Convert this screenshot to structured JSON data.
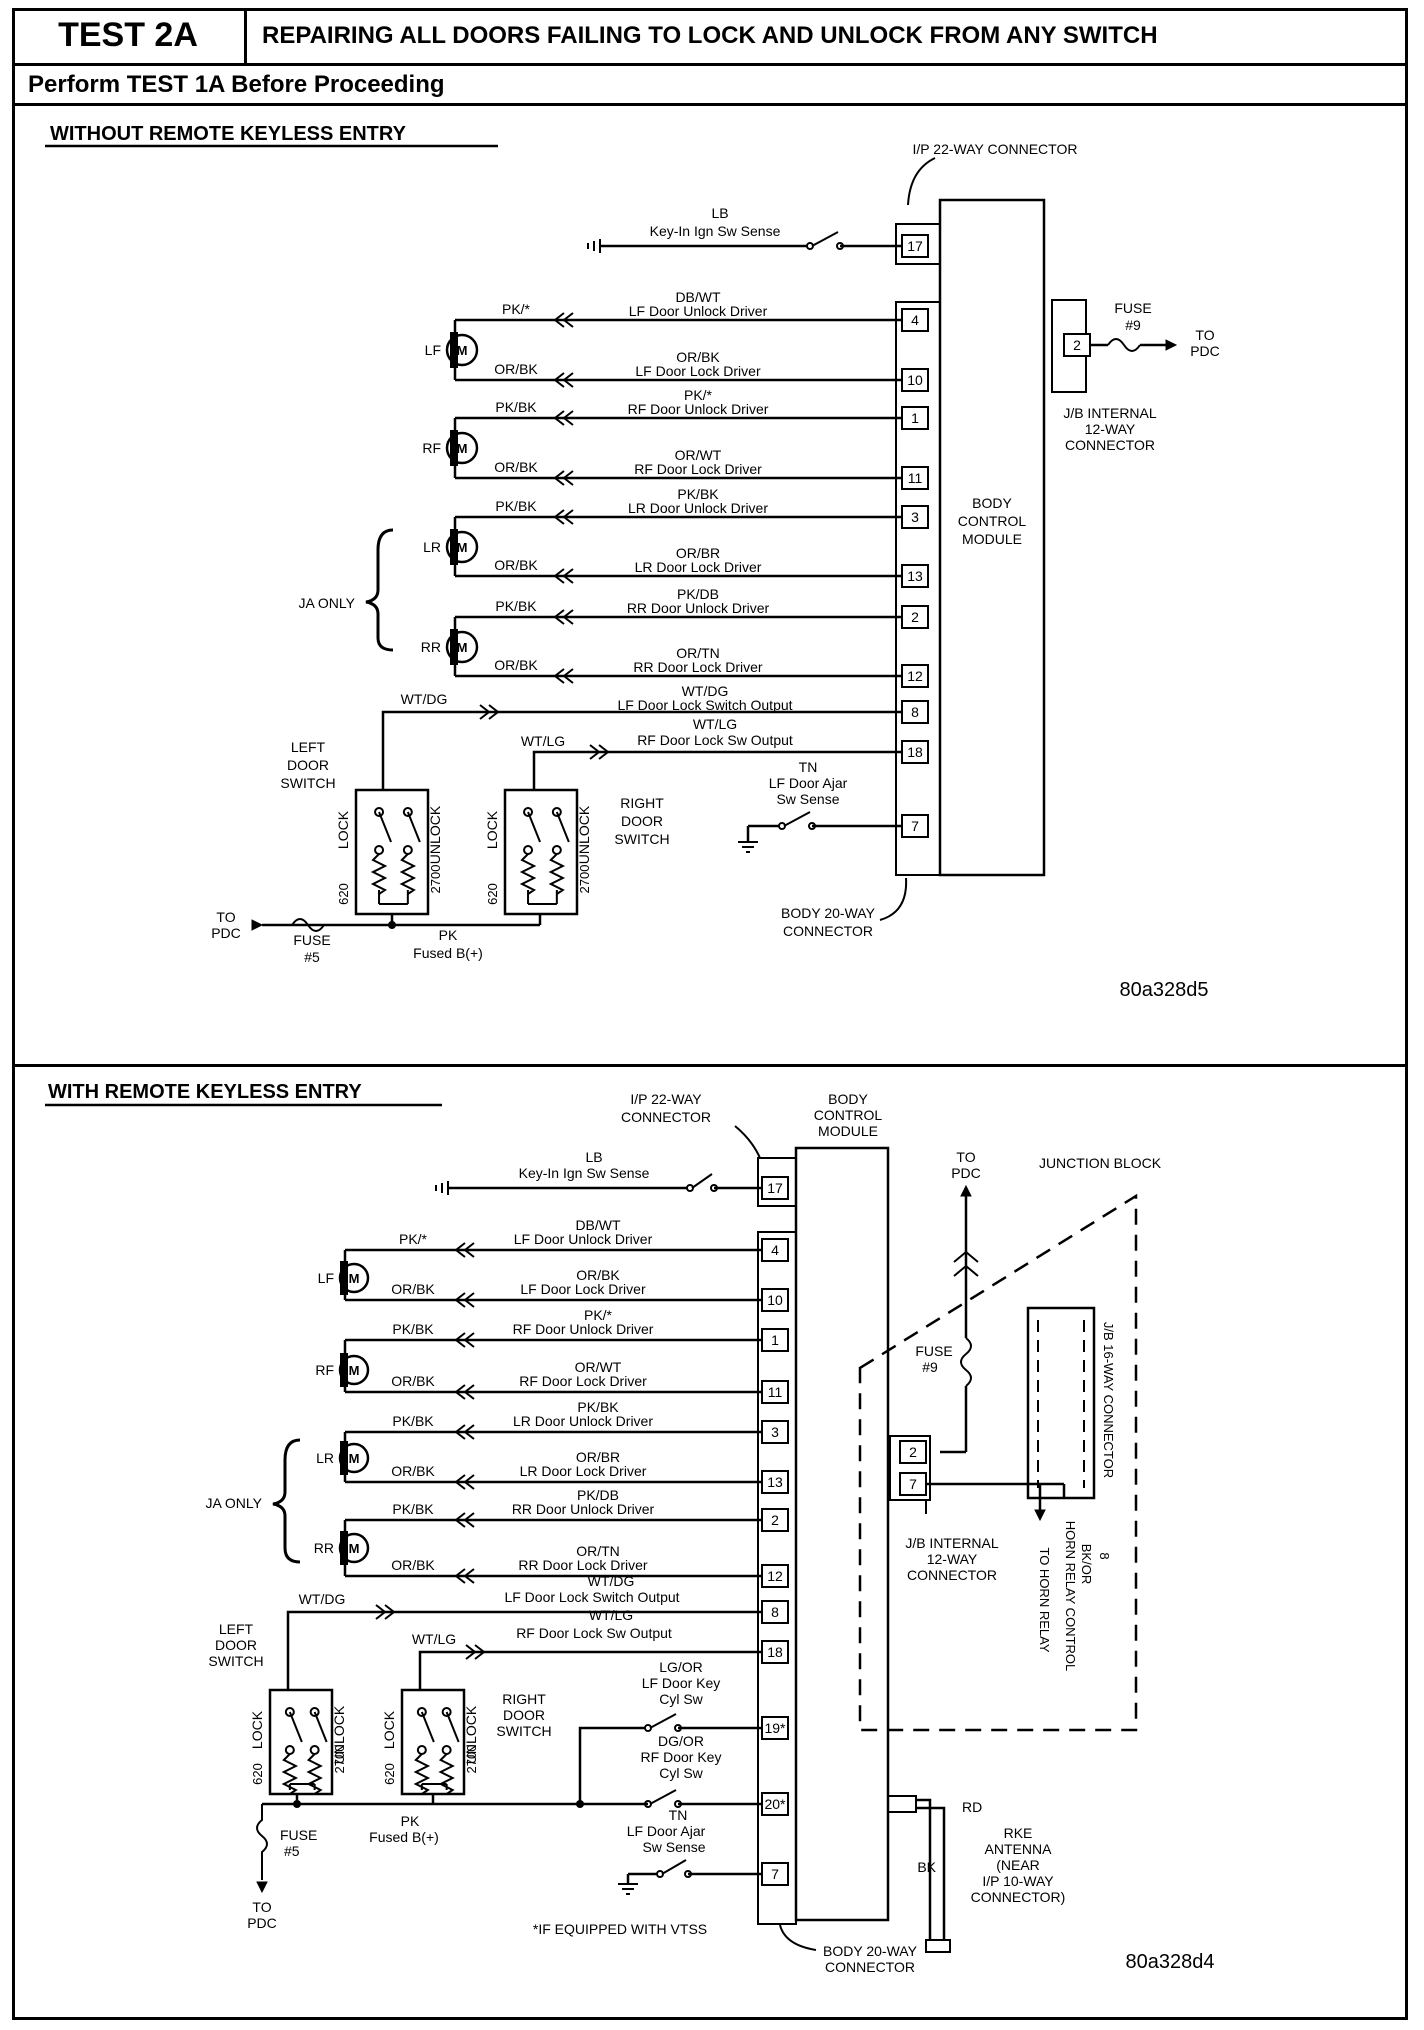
{
  "header": {
    "test_id": "TEST 2A",
    "title": "REPAIRING ALL DOORS FAILING TO LOCK AND UNLOCK FROM ANY SWITCH",
    "precondition": "Perform TEST 1A Before Proceeding"
  },
  "top": {
    "section_title": "WITHOUT REMOTE KEYLESS ENTRY",
    "ip_connector": "I/P 22-WAY CONNECTOR",
    "ign": {
      "color": "LB",
      "label": "Key-In Ign Sw Sense",
      "pin": "17"
    },
    "circuits": [
      {
        "color": "DB/WT",
        "label": "LF Door Unlock Driver",
        "pin": "4",
        "motor_color": "PK/*"
      },
      {
        "color": "OR/BK",
        "label": "LF Door Lock Driver",
        "pin": "10",
        "motor_color": "OR/BK"
      },
      {
        "color": "PK/*",
        "label": "RF Door Unlock Driver",
        "pin": "1",
        "motor_color": "PK/BK"
      },
      {
        "color": "OR/WT",
        "label": "RF Door Lock Driver",
        "pin": "11",
        "motor_color": "OR/BK"
      },
      {
        "color": "PK/BK",
        "label": "LR Door Unlock Driver",
        "pin": "3",
        "motor_color": "PK/BK"
      },
      {
        "color": "OR/BR",
        "label": "LR Door Lock Driver",
        "pin": "13",
        "motor_color": "OR/BK"
      },
      {
        "color": "PK/DB",
        "label": "RR Door Unlock Driver",
        "pin": "2",
        "motor_color": "PK/BK"
      },
      {
        "color": "OR/TN",
        "label": "RR Door Lock Driver",
        "pin": "12",
        "motor_color": "OR/BK"
      }
    ],
    "motors": [
      "LF",
      "RF",
      "LR",
      "RR"
    ],
    "motor_symbol": "M",
    "ja_only": "JA ONLY",
    "lf_switch_out": {
      "color": "WT/DG",
      "label": "LF Door Lock Switch Output",
      "pin": "8",
      "left_color": "WT/DG"
    },
    "rf_switch_out": {
      "color": "WT/LG",
      "label": "RF Door Lock Sw Output",
      "pin": "18",
      "left_color": "WT/LG"
    },
    "ajar": {
      "color": "TN",
      "label1": "LF Door Ajar",
      "label2": "Sw Sense",
      "pin": "7"
    },
    "left_switch": [
      "LEFT",
      "DOOR",
      "SWITCH"
    ],
    "right_switch": [
      "RIGHT",
      "DOOR",
      "SWITCH"
    ],
    "sw_lock": "LOCK",
    "sw_unlock": "UNLOCK",
    "r620": "620",
    "r2700": "2700",
    "bcm": [
      "BODY",
      "CONTROL",
      "MODULE"
    ],
    "fuse9": {
      "label": "FUSE",
      "num": "#9",
      "pin": "2",
      "to": "TO",
      "pdc": "PDC"
    },
    "jb_conn": [
      "J/B INTERNAL",
      "12-WAY",
      "CONNECTOR"
    ],
    "fuse5": {
      "to": "TO",
      "pdc": "PDC",
      "label": "FUSE",
      "num": "#5"
    },
    "pk": {
      "color": "PK",
      "label": "Fused B(+)"
    },
    "body_conn": [
      "BODY 20-WAY",
      "CONNECTOR"
    ],
    "figure_id": "80a328d5"
  },
  "bottom": {
    "section_title": "WITH REMOTE KEYLESS ENTRY",
    "ip_connector": [
      "I/P 22-WAY",
      "CONNECTOR"
    ],
    "bcm": [
      "BODY",
      "CONTROL",
      "MODULE"
    ],
    "ign": {
      "color": "LB",
      "label": "Key-In Ign Sw Sense",
      "pin": "17"
    },
    "circuits": [
      {
        "color": "DB/WT",
        "label": "LF Door Unlock Driver",
        "pin": "4",
        "motor_color": "PK/*"
      },
      {
        "color": "OR/BK",
        "label": "LF Door Lock Driver",
        "pin": "10",
        "motor_color": "OR/BK"
      },
      {
        "color": "PK/*",
        "label": "RF Door Unlock Driver",
        "pin": "1",
        "motor_color": "PK/BK"
      },
      {
        "color": "OR/WT",
        "label": "RF Door Lock Driver",
        "pin": "11",
        "motor_color": "OR/BK"
      },
      {
        "color": "PK/BK",
        "label": "LR Door Unlock Driver",
        "pin": "3",
        "motor_color": "PK/BK"
      },
      {
        "color": "OR/BR",
        "label": "LR Door Lock Driver",
        "pin": "13",
        "motor_color": "OR/BK"
      },
      {
        "color": "PK/DB",
        "label": "RR Door Unlock Driver",
        "pin": "2",
        "motor_color": "PK/BK"
      },
      {
        "color": "OR/TN",
        "label": "RR Door Lock Driver",
        "pin": "12",
        "motor_color": "OR/BK"
      }
    ],
    "motors": [
      "LF",
      "RF",
      "LR",
      "RR"
    ],
    "ja_only": "JA ONLY",
    "lf_switch_out": {
      "color": "WT/DG",
      "label": "LF Door Lock Switch Output",
      "pin": "8",
      "left_color": "WT/DG"
    },
    "rf_switch_out": {
      "color": "WT/LG",
      "label": "RF Door Lock Sw Output",
      "pin": "18",
      "left_color": "WT/LG"
    },
    "lf_key": {
      "color": "LG/OR",
      "label1": "LF Door Key",
      "label2": "Cyl Sw",
      "pin": "19*"
    },
    "rf_key": {
      "color": "DG/OR",
      "label1": "RF Door Key",
      "label2": "Cyl Sw",
      "pin": "20*"
    },
    "ajar": {
      "color": "TN",
      "label1": "LF Door Ajar",
      "label2": "Sw Sense",
      "pin": "7"
    },
    "left_switch": [
      "LEFT",
      "DOOR",
      "SWITCH"
    ],
    "right_switch": [
      "RIGHT",
      "DOOR",
      "SWITCH"
    ],
    "pk": {
      "color": "PK",
      "label": "Fused B(+)"
    },
    "fuse5": {
      "label": "FUSE",
      "num": "#5",
      "to": "TO",
      "pdc": "PDC"
    },
    "vtss_note": "*IF EQUIPPED WITH VTSS",
    "body_conn": [
      "BODY 20-WAY",
      "CONNECTOR"
    ],
    "to_pdc": [
      "TO",
      "PDC"
    ],
    "junction_block": "JUNCTION BLOCK",
    "fuse9": {
      "label": "FUSE",
      "num": "#9"
    },
    "jb_pins": [
      "2",
      "7"
    ],
    "jb_conn": [
      "J/B INTERNAL",
      "12-WAY",
      "CONNECTOR"
    ],
    "jb16": "J/B 16-WAY CONNECTOR",
    "horn": {
      "pin": "8",
      "color": "BK/OR",
      "label": "HORN RELAY CONTROL",
      "to": "TO HORN RELAY"
    },
    "rke": {
      "rd": "RD",
      "bk": "BK",
      "label": [
        "RKE",
        "ANTENNA",
        "(NEAR",
        "I/P 10-WAY",
        "CONNECTOR)"
      ]
    },
    "figure_id": "80a328d4"
  }
}
